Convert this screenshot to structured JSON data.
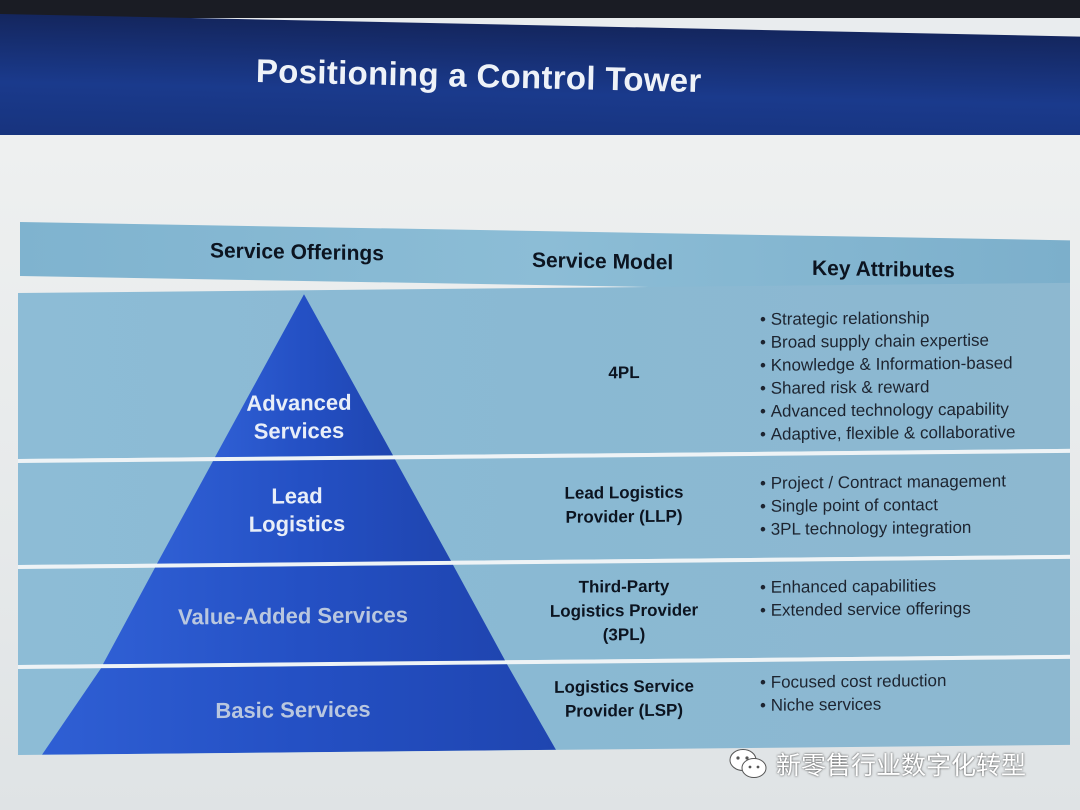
{
  "title": "Positioning a Control Tower",
  "columns": [
    "Service Offerings",
    "Service Model",
    "Key Attributes"
  ],
  "tiers": [
    {
      "offering": [
        "Advanced",
        "Services"
      ],
      "model": [
        "4PL"
      ],
      "attributes": [
        "Strategic relationship",
        "Broad supply chain expertise",
        "Knowledge & Information-based",
        "Shared risk & reward",
        "Advanced technology capability",
        "Adaptive, flexible & collaborative"
      ]
    },
    {
      "offering": [
        "Lead",
        "Logistics"
      ],
      "model": [
        "Lead Logistics",
        "Provider (LLP)"
      ],
      "attributes": [
        "Project / Contract management",
        "Single point of contact",
        "3PL technology integration"
      ]
    },
    {
      "offering": [
        "Value-Added Services"
      ],
      "model": [
        "Third-Party",
        "Logistics Provider",
        "(3PL)"
      ],
      "attributes": [
        "Enhanced capabilities",
        "Extended service offerings"
      ]
    },
    {
      "offering": [
        "Basic Services"
      ],
      "model": [
        "Logistics Service",
        "Provider (LSP)"
      ],
      "attributes": [
        "Focused cost reduction",
        "Niche services"
      ]
    }
  ],
  "watermark": {
    "icon": "wechat-icon",
    "text": "新零售行业数字化转型"
  },
  "colors": {
    "title_bar": "#1a3a8c",
    "table_band": "#8dbcd6",
    "pyramid": "#2a55c8"
  }
}
